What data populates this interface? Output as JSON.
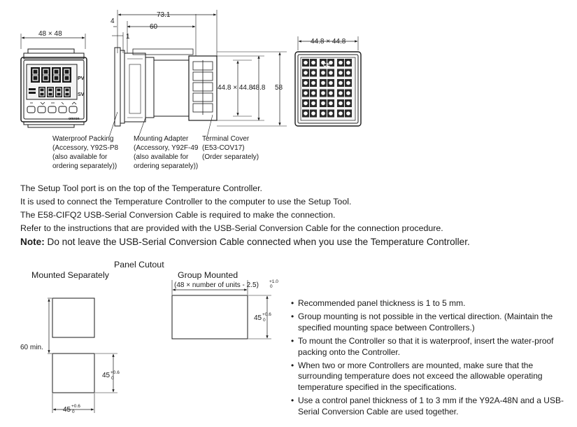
{
  "top_diagram": {
    "front_view": {
      "dim_label": "48 × 48",
      "pv_label": "PV",
      "sv_label": "SV",
      "brand": "omron"
    },
    "side_view": {
      "dim_total": "73.1",
      "dim_60": "60",
      "dim_4": "4",
      "dim_1": "1",
      "dim_448": "44.8 × 44.8",
      "dim_488": "48.8",
      "dim_58": "58",
      "callouts": [
        {
          "lines": [
            "Waterproof Packing",
            "(Accessory, Y92S-P8",
            "(also available for",
            "ordering separately))"
          ]
        },
        {
          "lines": [
            "Mounting Adapter",
            "(Accessory, Y92F-49",
            " (also available for",
            "ordering separately))"
          ]
        },
        {
          "lines": [
            "Terminal Cover",
            "(E53-COV17)",
            "(Order separately)"
          ]
        }
      ]
    },
    "rear_view": {
      "dim_label": "44.8 × 44.8",
      "terminal_label": "CE"
    }
  },
  "paragraphs": [
    "The Setup Tool port is on the top of the Temperature Controller.",
    "It is used to connect the Temperature Controller to the computer to use the Setup Tool.",
    "The E58-CIFQ2 USB-Serial Conversion Cable is required to make the connection.",
    "Refer to the instructions that are provided with the USB-Serial Conversion Cable for the connection procedure."
  ],
  "note": {
    "label": "Note:",
    "text": " Do not leave the USB-Serial Conversion Cable connected when you use the Temperature Controller."
  },
  "panel_cutout": {
    "title": "Panel Cutout",
    "mounted_separately": "Mounted Separately",
    "group_mounted": "Group Mounted",
    "group_formula": "(48 × number of units - 2.5)",
    "group_formula_sup": "+1.0",
    "group_formula_sub": "0",
    "dim_45": "45",
    "tol_sup": "+0.6",
    "tol_sub": "0",
    "dim_60min": "60 min."
  },
  "bullets": [
    "Recommended panel thickness is 1 to 5 mm.",
    "Group mounting is not possible in the vertical direction. (Maintain the specified mounting space between Controllers.)",
    "To mount the Controller so that it is waterproof, insert the water-proof packing onto the Controller.",
    "When two or more Controllers are mounted, make sure that the surrounding temperature does not exceed the allowable operating temperature specified in the specifications.",
    "Use a control panel thickness of 1 to 3 mm if the Y92A-48N and a USB-Serial Conversion Cable are used together."
  ]
}
